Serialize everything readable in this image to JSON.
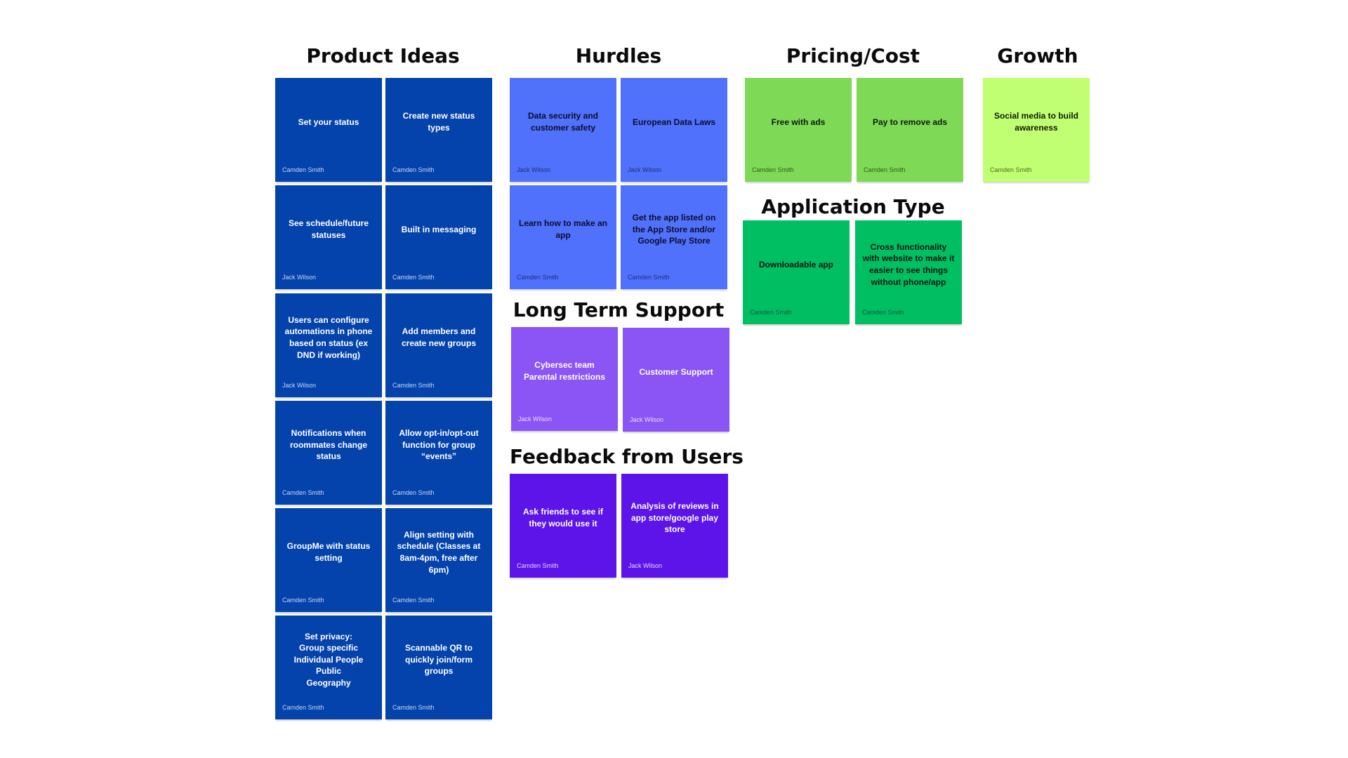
{
  "sections": [
    {
      "title": "Product Ideas",
      "notes": [
        {
          "text": "Set your status",
          "author": "Camden Smith"
        },
        {
          "text": "Create new status types",
          "author": "Camden Smith"
        },
        {
          "text": "See schedule/future statuses",
          "author": "Jack Wilson"
        },
        {
          "text": "Built in messaging",
          "author": "Camden Smith"
        },
        {
          "text": "Users can configure automations in phone based on status (ex DND if working)",
          "author": "Jack Wilson"
        },
        {
          "text": "Add members and create new groups",
          "author": "Camden Smith"
        },
        {
          "text": "Notifications when roommates change status",
          "author": "Camden Smith"
        },
        {
          "text": "Allow opt-in/opt-out function for group “events”",
          "author": "Camden Smith"
        },
        {
          "text": "GroupMe with status setting",
          "author": "Camden Smith"
        },
        {
          "text": "Align setting with schedule (Classes at 8am-4pm, free after 6pm)",
          "author": "Camden Smith"
        },
        {
          "text": "Set privacy:\nGroup specific\nIndividual People\nPublic\nGeography",
          "author": "Camden Smith"
        },
        {
          "text": "Scannable QR to quickly join/form groups",
          "author": "Camden Smith"
        }
      ]
    },
    {
      "title": "Hurdles",
      "notes": [
        {
          "text": "Data security and customer safety",
          "author": "Jack Wilson"
        },
        {
          "text": "European Data Laws",
          "author": "Jack Wilson"
        },
        {
          "text": "Learn how to make an app",
          "author": "Camden Smith"
        },
        {
          "text": "Get the app listed on the App Store and/or Google Play Store",
          "author": "Camden Smith"
        }
      ]
    },
    {
      "title": "Long Term Support",
      "notes": [
        {
          "text": "Cybersec team\nParental restrictions",
          "author": "Jack Wilson"
        },
        {
          "text": "Customer Support",
          "author": "Jack Wilson"
        }
      ]
    },
    {
      "title": "Feedback from Users",
      "notes": [
        {
          "text": "Ask friends to see if they would use it",
          "author": "Camden Smith"
        },
        {
          "text": "Analysis of reviews in app store/google play store",
          "author": "Jack Wilson"
        }
      ]
    },
    {
      "title": "Pricing/Cost",
      "notes": [
        {
          "text": "Free with ads",
          "author": "Camden Smith"
        },
        {
          "text": "Pay to remove ads",
          "author": "Camden Smith"
        }
      ]
    },
    {
      "title": "Application Type",
      "notes": [
        {
          "text": "Downloadable app",
          "author": "Camden Smith"
        },
        {
          "text": "Cross functionality with website to make it easier to see things without phone/app",
          "author": "Camden Smith"
        }
      ]
    },
    {
      "title": "Growth",
      "notes": [
        {
          "text": "Social media to build awareness",
          "author": "Camden Smith"
        }
      ]
    }
  ],
  "colors": {
    "product_ideas": "#0443ab",
    "hurdles": "#4f71fb",
    "long_term_support": "#8b54f5",
    "feedback_from_users": "#5d14e8",
    "pricing_cost": "#7ed957",
    "application_type": "#00bf63",
    "growth": "#c1ff72"
  }
}
